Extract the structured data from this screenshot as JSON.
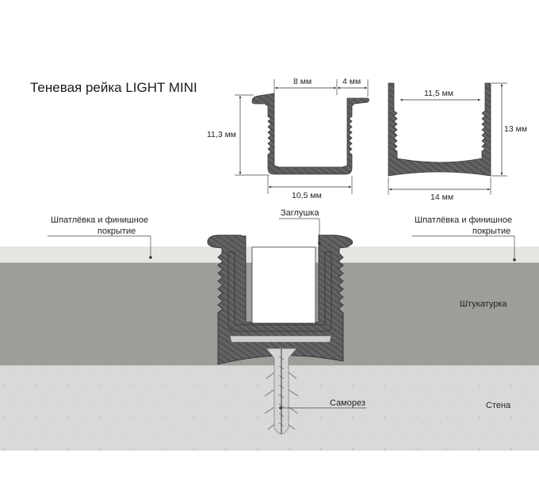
{
  "title": "Теневая рейка LIGHT MINI",
  "profile_small": {
    "dim_top_left": "8 мм",
    "dim_top_right": "4 мм",
    "dim_height": "11,3 мм",
    "dim_bottom": "10,5 мм"
  },
  "profile_large": {
    "dim_inner": "11,5 мм",
    "dim_height": "13 мм",
    "dim_bottom": "14 мм"
  },
  "section": {
    "putty_left": [
      "Шпатлёвка и финишное",
      "покрытие"
    ],
    "putty_right": [
      "Шпатлёвка и финишное",
      "покрытие"
    ],
    "cap": "Заглушка",
    "plaster": "Штукатурка",
    "screw": "Саморез",
    "wall": "Стена"
  },
  "colors": {
    "putty": "#e6e5e1",
    "plaster": "#9c9c98",
    "wall": "#d8d8d6",
    "profile": "#5e5e60",
    "profile_edge": "#3a3a3c"
  }
}
